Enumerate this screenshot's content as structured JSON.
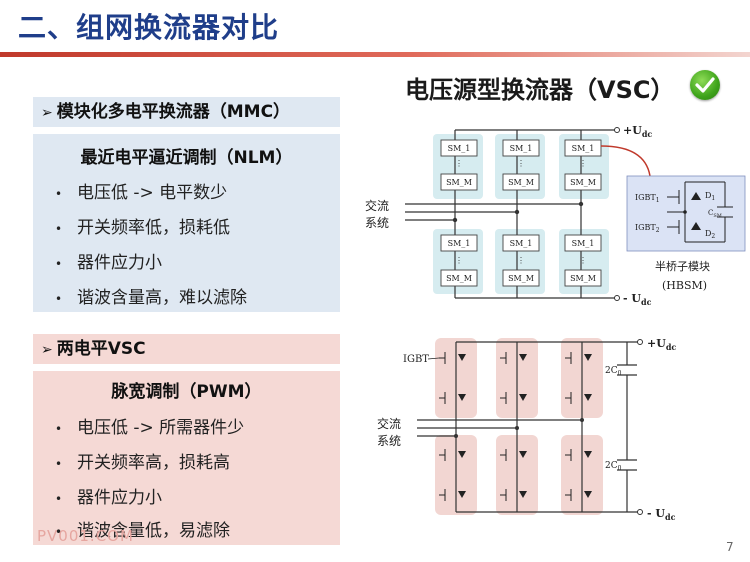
{
  "slide": {
    "title": "二、组网换流器对比",
    "vsc_heading": "电压源型换流器（VSC）",
    "page_number": "7",
    "watermark": "PV001.COM"
  },
  "mmc_panel": {
    "header": "模块化多电平换流器（MMC）",
    "subtitle": "最近电平逼近调制（NLM）",
    "bullets": [
      "电压低 -> 电平数少",
      "开关频率低，损耗低",
      "器件应力小",
      "谐波含量高，难以滤除"
    ]
  },
  "two_level_panel": {
    "header": "两电平VSC",
    "subtitle": "脉宽调制（PWM）",
    "bullets": [
      "电压低 -> 所需器件少",
      "开关频率高，损耗高",
      "器件应力小",
      "谐波含量低，易滤除"
    ]
  },
  "mmc_diagram": {
    "dc_pos": "+U",
    "dc_neg": "- U",
    "dc_sub": "dc",
    "ac_label_line1": "交流",
    "ac_label_line2": "系统",
    "sm_top": [
      "SM_1",
      "SM_1",
      "SM_1"
    ],
    "sm_top_bottom": [
      "SM_M",
      "SM_M",
      "SM_M"
    ],
    "sm_bot": [
      "SM_1",
      "SM_1",
      "SM_1"
    ],
    "sm_bot_bottom": [
      "SM_M",
      "SM_M",
      "SM_M"
    ],
    "hbsm": {
      "igbt1": "IGBT",
      "igbt2": "IGBT",
      "d1": "D",
      "d2": "D",
      "cap": "C",
      "caption_line1": "半桥子模块",
      "caption_line2": "(HBSM)"
    }
  },
  "two_level_diagram": {
    "igbt_label": "IGBT",
    "dc_pos": "+U",
    "dc_neg": "- U",
    "dc_sub": "dc",
    "cap_upper": "2C",
    "cap_lower": "2C",
    "cap_sub": "0",
    "ac_label_line1": "交流",
    "ac_label_line2": "系统"
  },
  "colors": {
    "title_blue": "#1f3e8a",
    "accent_red": "#c0392b",
    "blue_panel": "#dfe8f2",
    "pink_panel": "#f5d9d5",
    "check_green": "#3ea31b"
  }
}
